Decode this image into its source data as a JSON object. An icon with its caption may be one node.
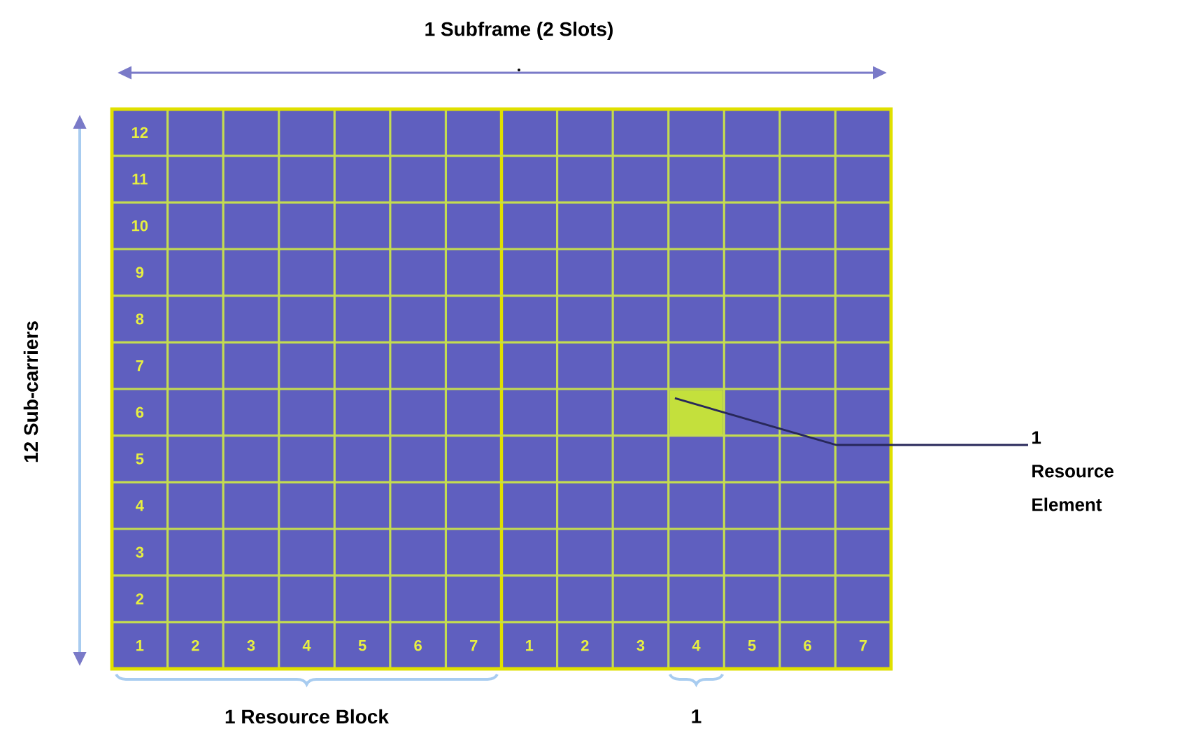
{
  "diagram": {
    "nodes": [
      {
        "text": [
          "1 Resource Element"
        ]
      },
      {
        "text": [],
        "shape": "box"
      }
    ],
    "edges": [
      {
        "from": 0,
        "to": 1,
        "arrow": "none"
      }
    ],
    "labels": [
      "1 Subframe (2 Slots)",
      "12 Sub-carriers",
      "12",
      "11",
      "10",
      "9",
      "8",
      "7",
      "6",
      "5",
      "4",
      "3",
      "2",
      "1",
      "2",
      "3",
      "4",
      "5",
      "6",
      "7",
      "1",
      "2",
      "3",
      "4",
      "5",
      "6",
      "7",
      "1 Resource Block",
      "1"
    ]
  }
}
